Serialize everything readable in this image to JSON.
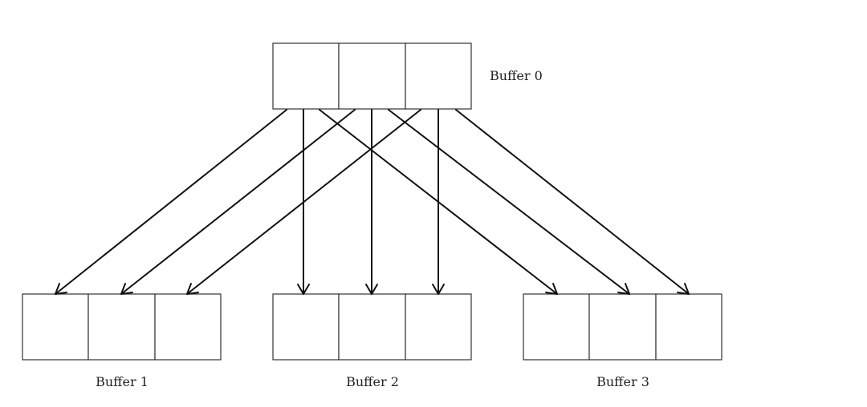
{
  "diagram": {
    "source": {
      "label": "Buffer 0",
      "cells": 3
    },
    "targets": [
      {
        "label": "Buffer 1",
        "cells": 3
      },
      {
        "label": "Buffer 2",
        "cells": 3
      },
      {
        "label": "Buffer 3",
        "cells": 3
      }
    ],
    "connections": [
      {
        "from": "source.0",
        "to": "target.0.0"
      },
      {
        "from": "source.0",
        "to": "target.1.0"
      },
      {
        "from": "source.0",
        "to": "target.2.0"
      },
      {
        "from": "source.1",
        "to": "target.0.1"
      },
      {
        "from": "source.1",
        "to": "target.1.1"
      },
      {
        "from": "source.1",
        "to": "target.2.1"
      },
      {
        "from": "source.2",
        "to": "target.0.2"
      },
      {
        "from": "source.2",
        "to": "target.1.2"
      },
      {
        "from": "source.2",
        "to": "target.2.2"
      }
    ],
    "colors": {
      "stroke": "#111111",
      "cell_border": "#333333",
      "background": "#ffffff"
    }
  }
}
